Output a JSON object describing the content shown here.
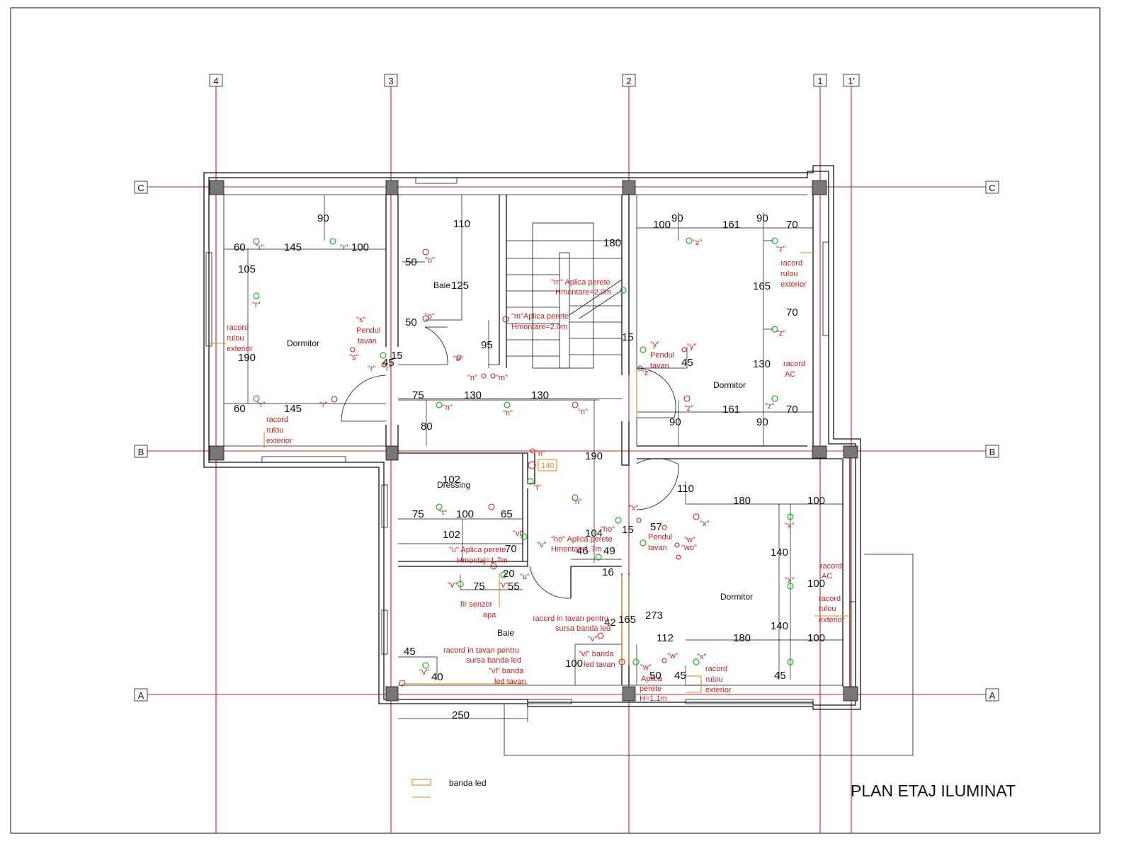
{
  "title": "PLAN ETAJ ILUMINAT",
  "legend": {
    "label": "banda led"
  },
  "axes_vertical": [
    "4",
    "3",
    "2",
    "1",
    "1'"
  ],
  "axes_horizontal": [
    "C",
    "B",
    "A"
  ],
  "rooms": [
    "Dormitor",
    "Baie",
    "Dormitor",
    "Dressing",
    "Baie",
    "Dormitor"
  ],
  "dimensions": [
    "90",
    "60",
    "145",
    "100",
    "105",
    "190",
    "60",
    "145",
    "110",
    "50",
    "125",
    "50",
    "95",
    "75",
    "130",
    "130",
    "80",
    "180",
    "100",
    "90",
    "161",
    "90",
    "70",
    "165",
    "70",
    "130",
    "45",
    "161",
    "70",
    "90",
    "90",
    "15",
    "190",
    "102",
    "75",
    "100",
    "65",
    "102",
    "70",
    "20",
    "75",
    "55",
    "104",
    "46",
    "49",
    "16",
    "110",
    "180",
    "100",
    "140",
    "100",
    "140",
    "112",
    "180",
    "100",
    "273",
    "42",
    "165",
    "100",
    "45",
    "40",
    "250",
    "15",
    "45",
    "45",
    "50",
    "57",
    "45",
    "15",
    "45",
    "140"
  ],
  "annotations": [
    "\"r\"",
    "\"r\"",
    "\"r\"",
    "\"r\"",
    "\"r\"",
    "\"r\"",
    "\"r\"",
    "racord",
    "rulou",
    "exterior",
    "\"s\"",
    "Pendul",
    "tavan",
    "\"s\"",
    "racord",
    "rulou",
    "exterior",
    "\"o\"",
    "\"o\"",
    "\"o\"",
    "\"m\" Aplica perete",
    "Hmontare=2.0m",
    "\"m\"Aplica perete",
    "Hmontare=2.0m",
    "\"n\"",
    "\"m\"",
    "\"n\"",
    "\"n\"",
    "\"n\"",
    "\"z\"",
    "\"z\"",
    "\"z\"",
    "\"z\"",
    "\"z\"",
    "\"z\"",
    "racord",
    "rulou",
    "exterior",
    "racord",
    "AC",
    "\"y\"",
    "\"y\"",
    "Pendul",
    "tavan",
    "\"n\"",
    "\"t\"",
    "\"n\"",
    "\"t\"",
    "\"vl\"",
    "\"v\"",
    "\"u\" Aplica perete",
    "Hmontaj=1.7m",
    "\"u\"",
    "\"v\"",
    "\"v\"",
    "fir senzor",
    "apa",
    "\"ho\"",
    "\"ho\" Aplica perete",
    "Hmontaj=1.7m",
    "racord in tavan pentru",
    "sursa banda led",
    "\"v\"",
    "racord in tavan pentru",
    "sursa banda led",
    "\"vl\" banda",
    "led tavan",
    "\"vl\" banda",
    "led tavan",
    "\"v\"",
    "\"x\"",
    "\"x\"",
    "\"x\"",
    "\"x\"",
    "\"x\"",
    "Pendul",
    "tavan",
    "\"w\"",
    "\"wo\"",
    "racord",
    "AC",
    "racord",
    "rulou",
    "exterior",
    "\"w\"",
    "\"w\"",
    "Aplica",
    "perete",
    "H=1.1m",
    "racord",
    "rulou",
    "exterior",
    "140"
  ],
  "colors": {
    "axis": "#d01c1c",
    "annotation": "#c8201e",
    "lamp": "#1cb81c",
    "led_strip": "#e08a1c"
  }
}
